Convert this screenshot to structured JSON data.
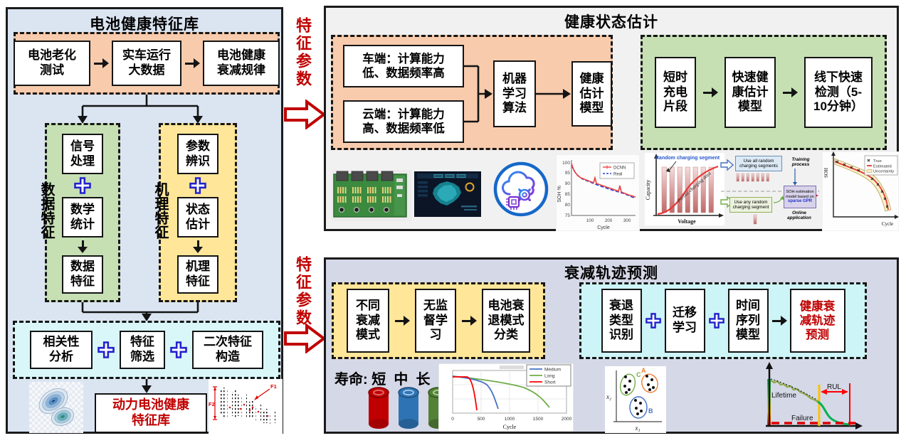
{
  "left_panel": {
    "title": "电池健康特征库",
    "source_flow": [
      "电池老化\n测试",
      "实车运行\n大数据",
      "电池健康\n衰减规律"
    ],
    "data_branch": {
      "label": "数据特征",
      "steps": [
        "信号\n处理",
        "数学\n统计",
        "数据\n特征"
      ]
    },
    "mech_branch": {
      "label": "机理特征",
      "steps": [
        "参数\n辨识",
        "状态\n估计",
        "机理\n特征"
      ]
    },
    "select_flow": [
      "相关性\n分析",
      "特征\n筛选",
      "二次特征\n构造"
    ],
    "result": "动力电池健康\n特征库",
    "scatter_plot": {
      "f1": "F1",
      "f2": "F2"
    }
  },
  "feature_arrows": {
    "top": "特征参数",
    "bottom": "特征参数"
  },
  "soh_panel": {
    "title": "健康状态估计",
    "edge_cloud_flow": {
      "vehicle": "车端：计算能力\n低、数据频率高",
      "cloud": "云端：计算能力\n高、数据频率低",
      "ml": "机器\n学习\n算法",
      "model": "健康\n估计\n模型"
    },
    "fast_check_flow": [
      "短时\n充电\n片段",
      "快速健\n康估计\n模型",
      "线下快速\n检测（5-\n10分钟）"
    ],
    "figures": {
      "soh_plot": {
        "ylabel": "SOH %",
        "yticks": [
          "100",
          "95",
          "90",
          "85",
          "80",
          "75"
        ],
        "xticks": [
          "100",
          "200",
          "300"
        ],
        "xlabel": "Cycle",
        "legend": [
          "DCNN",
          "Real"
        ]
      },
      "charging_plot": {
        "title": "Random charging segment",
        "annotation": "Partial charging data",
        "xlabel": "Voltage",
        "ylabel": "Capacity"
      },
      "gpr_flow": {
        "train_box": "Use all random\ncharging segments",
        "train_label": "Training process",
        "model_text": "SOH estimation\nmodel based on",
        "model_highlight": "sparse GPR",
        "online_box": "Use any random\ncharging segment",
        "online_label": "Online application"
      },
      "uncertainty_plot": {
        "ylabel": "SOH",
        "xlabel": "Cycle",
        "legend": [
          "True",
          "Estimated",
          "Uncertainty"
        ]
      }
    }
  },
  "fade_panel": {
    "title": "衰减轨迹预测",
    "mode_flow": [
      "不同\n衰减\n模式",
      "无监\n督学\n习",
      "电池衰\n退模式\n分类"
    ],
    "traj_flow": {
      "steps": [
        "衰退\n类型\n识别",
        "迁移\n学习",
        "时间\n序列\n模型"
      ],
      "result": "健康衰\n减轨迹\n预测"
    },
    "life_label": "寿命: 短  中  长",
    "fade_chart": {
      "legend": [
        "Medium",
        "Long",
        "Short"
      ],
      "xticks": [
        "0",
        "500",
        "1000",
        "1500",
        "2000"
      ],
      "xlabel": "Cycle"
    },
    "cluster_plot": {
      "labels": [
        "A",
        "B",
        "C"
      ],
      "xlabel": "x₁",
      "ylabel": "x₂"
    },
    "rul_plot": {
      "lifetime": "Lifetime",
      "rul": "RUL",
      "failure": "Failure"
    }
  },
  "colors": {
    "red": "#c00000",
    "plus_blue": "#2222cc",
    "left_bg": "#dbe5f2",
    "top_bg": "#f1f1f1",
    "bottom_bg": "#d5d8e7",
    "orange": "#f8cbad",
    "green": "#c6e0b4",
    "yellow": "#ffe699",
    "cyan": "#d9f6f9"
  }
}
